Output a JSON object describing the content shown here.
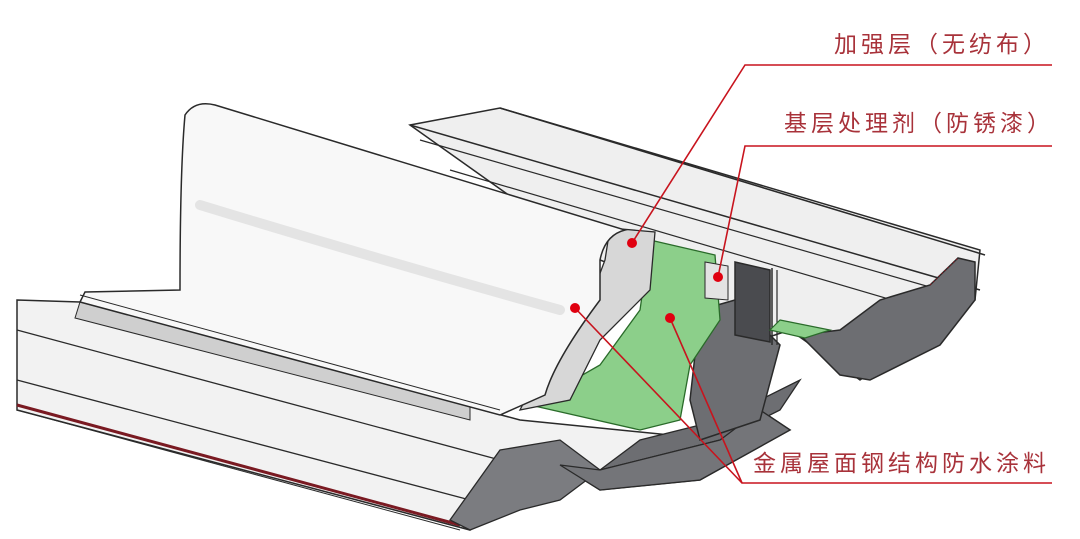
{
  "diagram": {
    "subject": "metal roof steel structure waterproof coating layered section",
    "colors": {
      "leader_line": "#c8141e",
      "leader_dot": "#e00010",
      "label_text": "#a8323a",
      "green_layer": "#8ccf8a",
      "gray_steel": "#6d6e72",
      "dark_steel": "#4a4b4f",
      "membrane_white": "#f6f6f6",
      "fabric_gray": "#d7d7d7",
      "outline": "#2a2a2a",
      "red_edge": "#7a1a22"
    },
    "labels": [
      {
        "id": "reinforcement",
        "text": "加强层（无纺布）"
      },
      {
        "id": "primer",
        "text": "基层处理剂（防锈漆）"
      },
      {
        "id": "coating",
        "text": "金属屋面钢结构防水涂料"
      }
    ]
  }
}
